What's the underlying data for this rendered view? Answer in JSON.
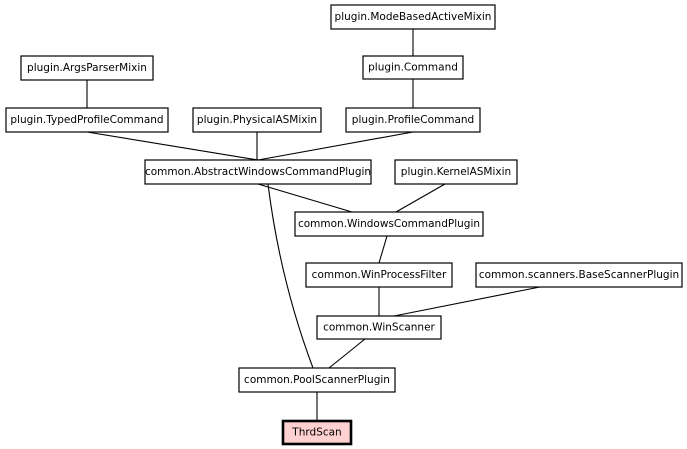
{
  "diagram": {
    "nodes": {
      "mode_based_active_mixin": "plugin.ModeBasedActiveMixin",
      "args_parser_mixin": "plugin.ArgsParserMixin",
      "command": "plugin.Command",
      "typed_profile_command": "plugin.TypedProfileCommand",
      "physical_as_mixin": "plugin.PhysicalASMixin",
      "profile_command": "plugin.ProfileCommand",
      "abstract_windows_command_plugin": "common.AbstractWindowsCommandPlugin",
      "kernel_as_mixin": "plugin.KernelASMixin",
      "windows_command_plugin": "common.WindowsCommandPlugin",
      "win_process_filter": "common.WinProcessFilter",
      "base_scanner_plugin": "common.scanners.BaseScannerPlugin",
      "win_scanner": "common.WinScanner",
      "pool_scanner_plugin": "common.PoolScannerPlugin",
      "thrd_scan": "ThrdScan"
    },
    "colors": {
      "highlight_fill": "#ffd0d0",
      "border": "#000000",
      "background": "#ffffff"
    }
  }
}
